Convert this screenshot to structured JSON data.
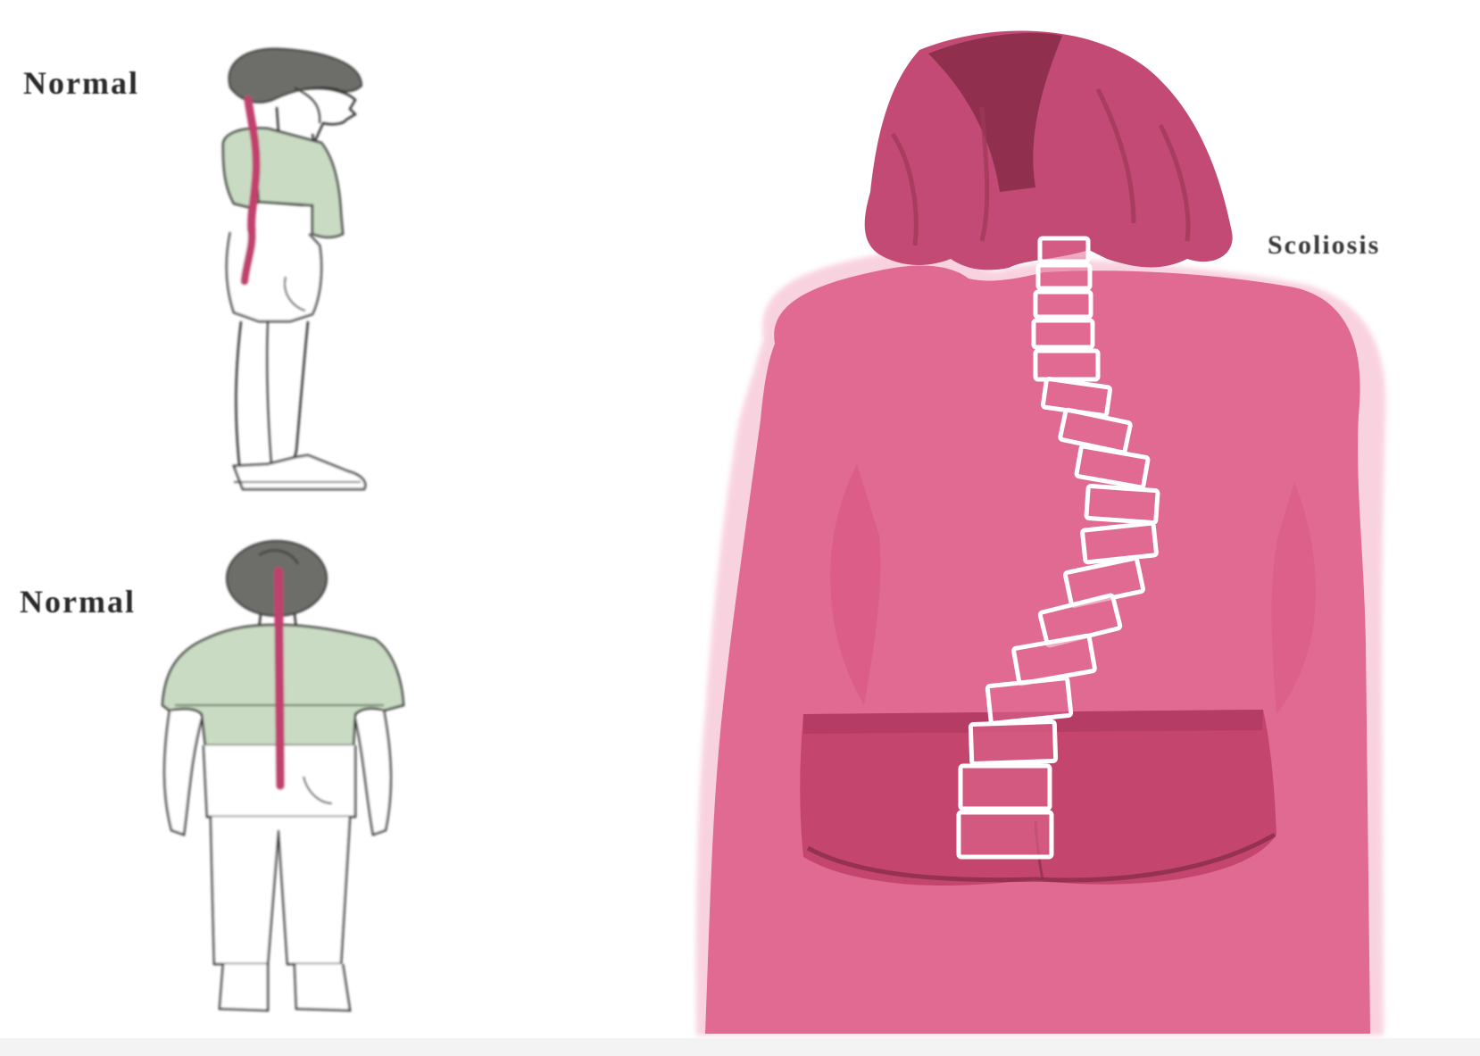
{
  "labels": {
    "normal_side": "Normal",
    "normal_back": "Normal",
    "scoliosis": "Scoliosis"
  },
  "colors": {
    "background": "#ffffff",
    "skin_pink": "#e16a92",
    "hair_dark": "#8b2d4a",
    "underwear": "#c4466e",
    "spine_line": "#c0406e",
    "spine_outline": "#ffffff",
    "sketch_line": "#3a3a3a",
    "hair_gray": "#6d6e69",
    "shirt_green": "#c9dcc3"
  },
  "icons": {
    "side_figure": "person-side-view",
    "back_figure": "person-back-view",
    "scoliosis_figure": "torso-back-view-curved-spine"
  }
}
